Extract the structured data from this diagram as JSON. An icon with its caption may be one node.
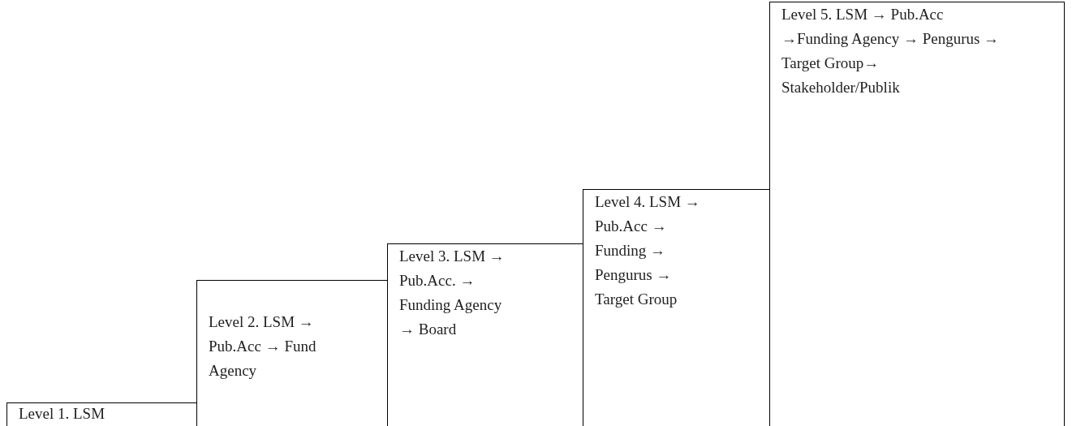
{
  "diagram": {
    "nodes": [
      {
        "text": [
          "Level 1. LSM"
        ]
      },
      {
        "text": [
          "Level 2. LSM → Pub.Acc → Fund Agency"
        ]
      },
      {
        "text": [
          "Level 3. LSM → Pub.Acc. → Funding Agency → Board"
        ]
      },
      {
        "text": [
          "Level 4. LSM → Pub.Acc → Funding → Pengurus → Target Group"
        ]
      },
      {
        "text": [
          "Level 5. LSM → Pub.Acc →Funding Agency → Pengurus → Target Group→ Stakeholder/Publik"
        ]
      }
    ]
  }
}
